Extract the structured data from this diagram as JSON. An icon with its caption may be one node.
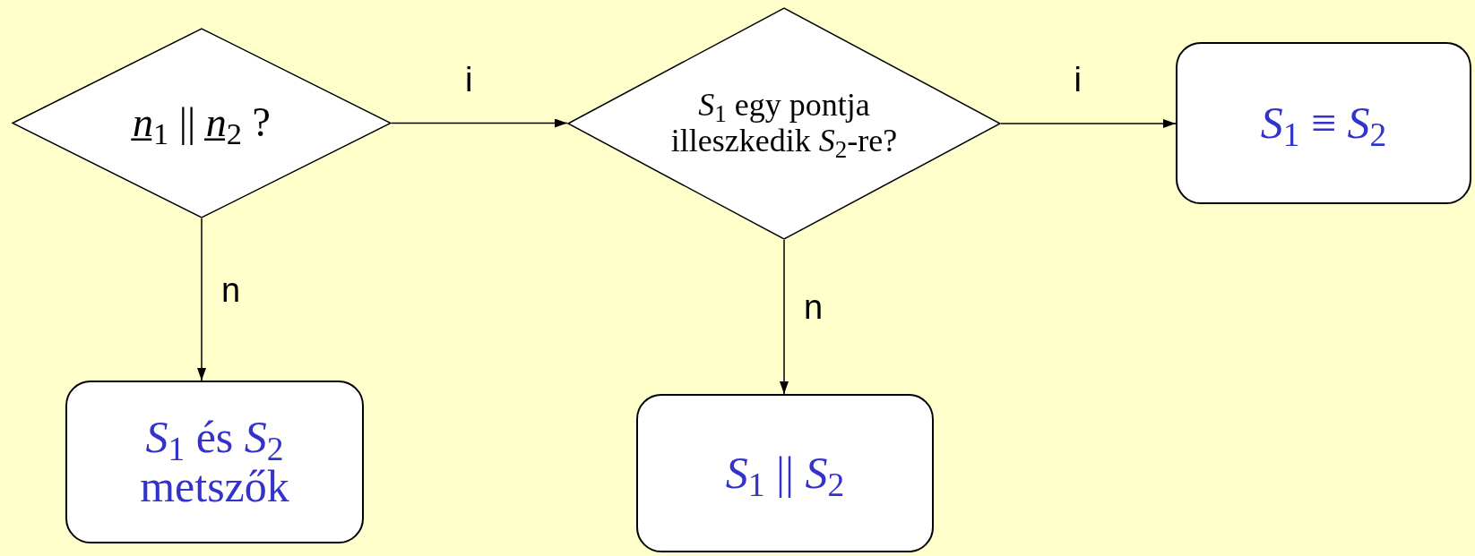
{
  "diagram": {
    "nodes": [
      {
        "text": [
          "*n̲*$_{1}$ || *n̲*$_{2}$ ?"
        ]
      },
      {
        "text": [
          "*S*$_{1}$ egy pontja illeszkedik *S*$_{2}$-re?"
        ]
      },
      {
        "text": [
          "*S*$_{1}$ ≡ *S*$_{2}$"
        ]
      },
      {
        "text": [
          "*S*$_{1}$ és *S*$_{2}$ metszők"
        ]
      },
      {
        "text": [
          "*S*$_{1}$ || *S*$_{2}$"
        ]
      }
    ],
    "edges": [
      {
        "from": 0,
        "to": 1,
        "arrow": "to",
        "label": "i"
      },
      {
        "from": 1,
        "to": 2,
        "arrow": "to",
        "label": "i"
      },
      {
        "from": 0,
        "to": 3,
        "arrow": "to",
        "label": "n"
      },
      {
        "from": 1,
        "to": 4,
        "arrow": "to",
        "label": "n"
      }
    ]
  }
}
